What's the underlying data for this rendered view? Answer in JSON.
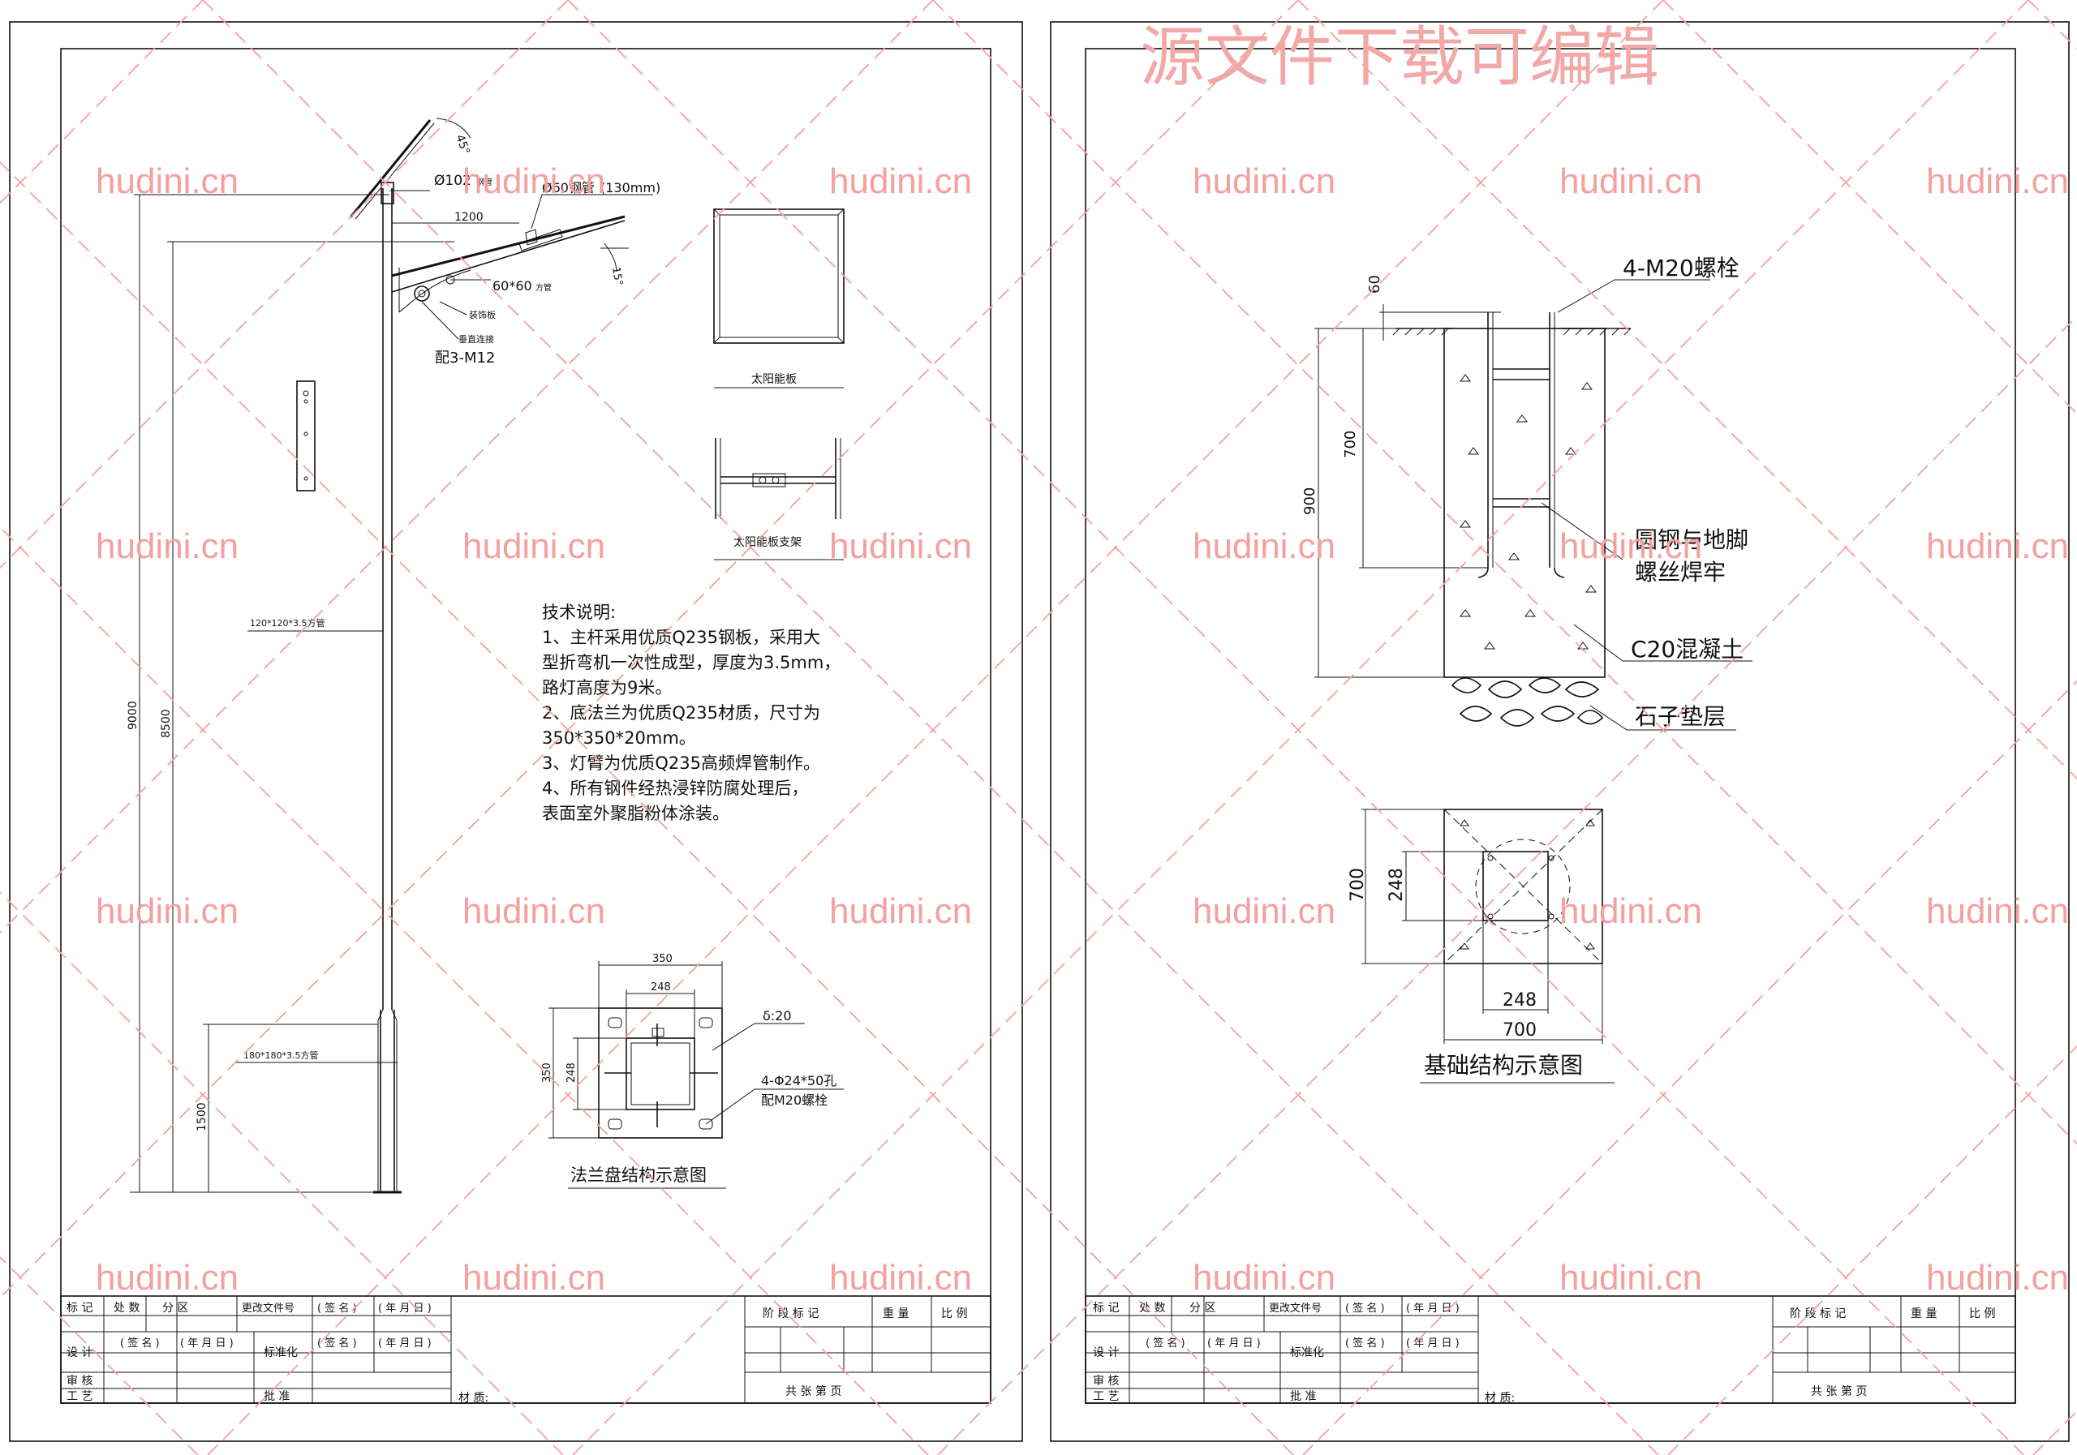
{
  "top_watermark": "源文件下载可编辑",
  "site_watermark": "hudini.cn",
  "colors": {
    "watermark": "#f5a0a0",
    "line": "#111111"
  },
  "pole": {
    "panel_angle": "45°",
    "d102": "Ø102",
    "d102_note": "钢管",
    "d60": "Ø60钢管",
    "d60_len": "(130mm)",
    "arm_len": "1200",
    "arm_angle": "15°",
    "plate": "60*60",
    "plate_note": "方管",
    "deco": "装饰板",
    "bolt_note": "垂直连接",
    "bolt": "配3-M12",
    "tube_top": "120*120*3.5方管",
    "tube_bottom": "180*180*3.5方管",
    "dim_9000": "9000",
    "dim_8500": "8500",
    "dim_1500": "1500"
  },
  "solar_panel_label": "太阳能板",
  "solar_bracket_label": "太阳能板支架",
  "tech": {
    "title": "技术说明:",
    "lines": [
      "1、主杆采用优质Q235钢板，采用大",
      "型折弯机一次性成型，厚度为3.5mm，",
      "路灯高度为9米。",
      "2、底法兰为优质Q235材质，尺寸为",
      "350*350*20mm。",
      "3、灯臂为优质Q235高频焊管制作。",
      "4、所有钢件经热浸锌防腐处理后，",
      "表面室外聚脂粉体涂装。"
    ]
  },
  "flange": {
    "w350": "350",
    "w248": "248",
    "h350": "350",
    "h248": "248",
    "delta": "δ:20",
    "hole": "4-Φ24*50孔",
    "bolt": "配M20螺栓",
    "title": "法兰盘结构示意图"
  },
  "foundation": {
    "bolts": "4-M20螺栓",
    "dim_60": "60",
    "dim_700": "700",
    "dim_900": "900",
    "weld_1": "圆钢与地脚",
    "weld_2": "螺丝焊牢",
    "concrete": "C20混凝土",
    "gravel": "石子垫层",
    "plan_700": "700",
    "plan_248": "248",
    "plan_b248": "248",
    "plan_b700": "700",
    "title": "基础结构示意图"
  },
  "titleblock": {
    "mark": "标 记",
    "count": "处 数",
    "zone": "分 区",
    "docno": "更改文件号",
    "sign": "( 签 名 )",
    "date": "( 年 月 日 )",
    "stage": "阶 段 标 记",
    "weight": "重 量",
    "scale": "比 例",
    "design": "设 计",
    "std": "标准化",
    "review": "审 核",
    "process": "工 艺",
    "approve": "批 准",
    "material": "材 质:",
    "sheets": "共      张       第       页"
  }
}
